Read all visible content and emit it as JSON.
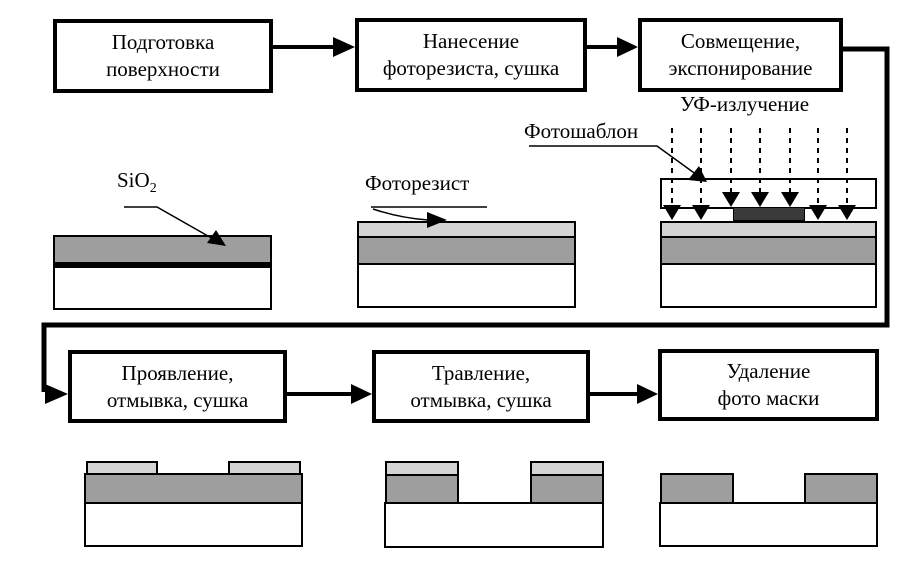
{
  "flow": {
    "top_row": [
      {
        "line1": "Подготовка",
        "line2": "поверхности"
      },
      {
        "line1": "Нанесение",
        "line2": "фоторезиста, сушка"
      },
      {
        "line1": "Совмещение,",
        "line2": "экспонирование"
      }
    ],
    "bottom_row": [
      {
        "line1": "Проявление,",
        "line2": "отмывка, сушка"
      },
      {
        "line1": "Травление,",
        "line2": "отмывка, сушка"
      },
      {
        "line1": "Удаление",
        "line2": "фото маски"
      }
    ]
  },
  "labels": {
    "sio2_base": "SiO",
    "sio2_sub": "2",
    "photoresist": "Фоторезист",
    "uv_radiation": "УФ-излучение",
    "photomask": "Фотошаблон"
  },
  "colors": {
    "sio2_layer": "#9e9e9e",
    "photoresist_layer": "#d4d4d4",
    "mask_opaque_region": "#3a3a3a",
    "outline": "#000000",
    "background": "#ffffff"
  }
}
